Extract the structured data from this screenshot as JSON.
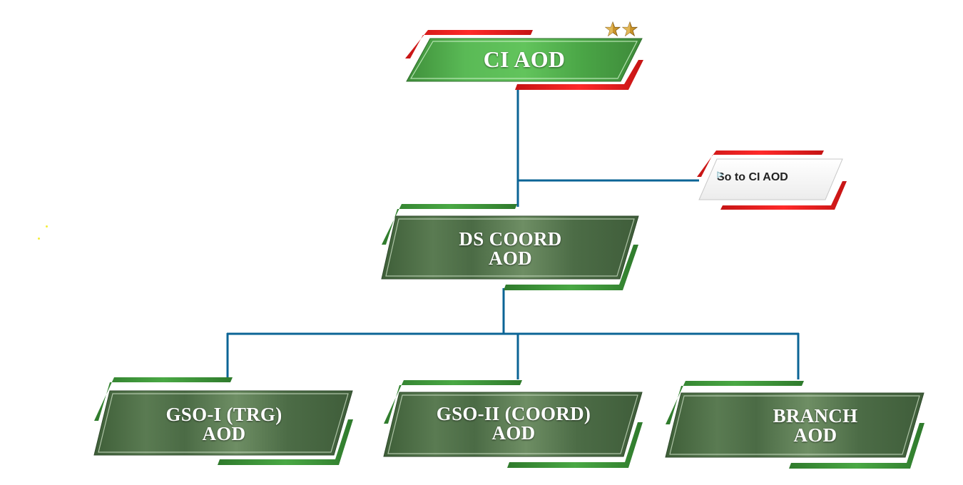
{
  "diagram": {
    "type": "organization-chart",
    "colors": {
      "connector": "#0b6496",
      "node_green_bright": "#4caf50",
      "node_green_dark": "#4a6b44",
      "accent_green": "#3d9a3a",
      "accent_red": "#e01b1b",
      "label_text": "#ffffff",
      "so_text": "#222222"
    },
    "root": {
      "id": "ci-aod",
      "label_lines": [
        "CI AOD"
      ],
      "rank_icon": "two-stars-icon",
      "stars": 2
    },
    "staff_officer": {
      "id": "so-to-ci-aod",
      "label": "So to CI AOD",
      "bullet_icon": "play-triangle-icon",
      "reports_to": "ci-aod"
    },
    "level2": {
      "id": "ds-coord-aod",
      "label_lines": [
        "DS COORD",
        "AOD"
      ],
      "reports_to": "ci-aod"
    },
    "level3": [
      {
        "id": "gso-i-trg-aod",
        "label_lines": [
          "GSO-I (TRG)",
          "AOD"
        ],
        "reports_to": "ds-coord-aod"
      },
      {
        "id": "gso-ii-coord-aod",
        "label_lines": [
          "GSO-II (COORD)",
          "AOD"
        ],
        "reports_to": "ds-coord-aod"
      },
      {
        "id": "branch-aod",
        "label_lines": [
          "BRANCH",
          "AOD"
        ],
        "reports_to": "ds-coord-aod"
      }
    ]
  }
}
